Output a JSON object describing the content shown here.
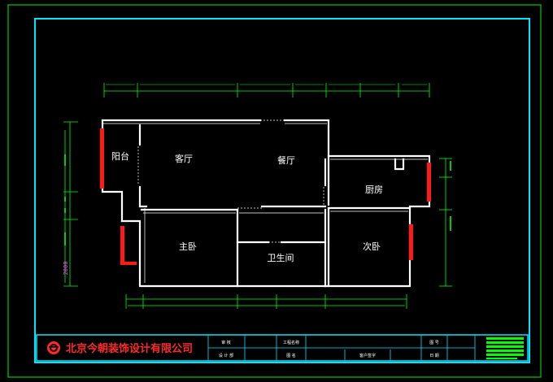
{
  "colors": {
    "background": "#000000",
    "outer_frame": "#00cc00",
    "inner_frame": "#00e5ff",
    "walls": "#ffffff",
    "windows": "#ff1a1a",
    "dimensions": "#00ff00",
    "company_text": "#ff2a2a"
  },
  "rooms": {
    "balcony": "阳台",
    "living_room": "客厅",
    "dining_room": "餐厅",
    "kitchen": "厨房",
    "master_bedroom": "主卧",
    "bathroom": "卫生间",
    "second_bedroom": "次卧"
  },
  "dimensions": {
    "left_side": "2000"
  },
  "title_block": {
    "company": "北京今朝装饰设计有限公司",
    "logo_icon": "company-logo-icon",
    "cells": {
      "review": "审 核",
      "designer_dept": "设 计 部",
      "project_name": "工程名称",
      "drawing_name": "图 名",
      "customer_sig": "客户签字",
      "drawing_no": "图 号",
      "date": "日 期"
    }
  }
}
